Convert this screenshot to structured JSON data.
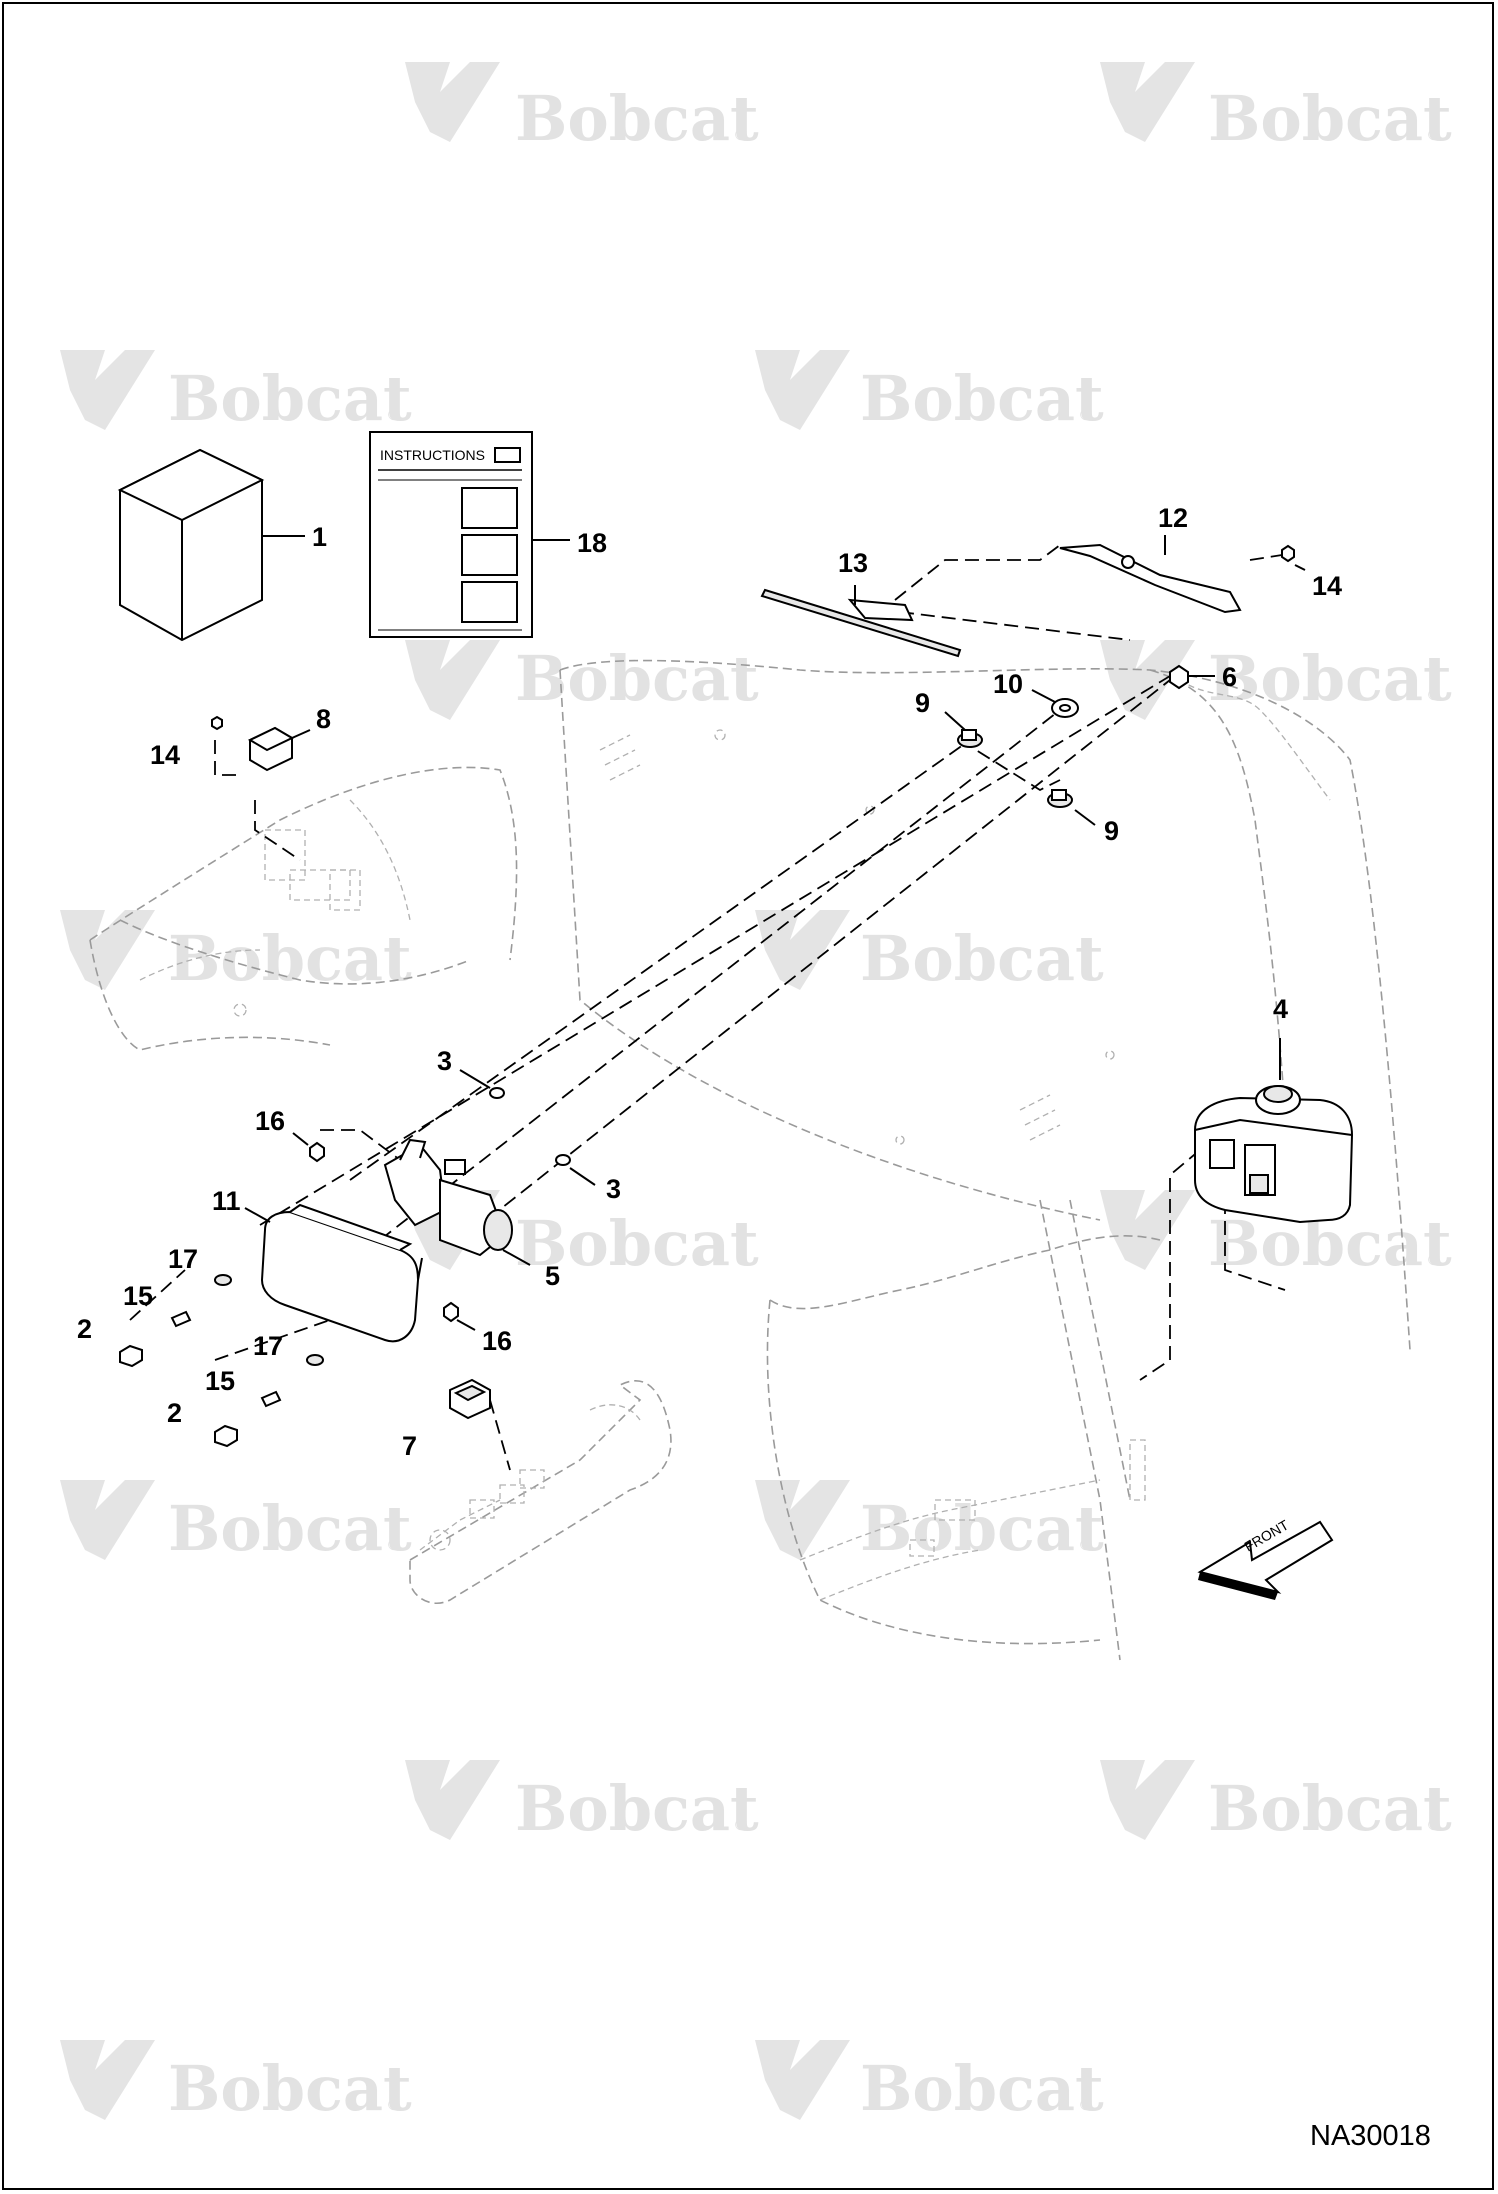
{
  "diagram": {
    "code": "NA30018",
    "instructions_label": "INSTRUCTIONS",
    "front_label": "FRONT",
    "watermark": {
      "brand": "Bobcat",
      "reg": "®"
    },
    "callouts": [
      "1",
      "18",
      "13",
      "12",
      "14",
      "10",
      "6",
      "9",
      "9",
      "8",
      "14",
      "4",
      "3",
      "3",
      "16",
      "11",
      "5",
      "17",
      "15",
      "2",
      "16",
      "17",
      "15",
      "2",
      "7"
    ]
  }
}
